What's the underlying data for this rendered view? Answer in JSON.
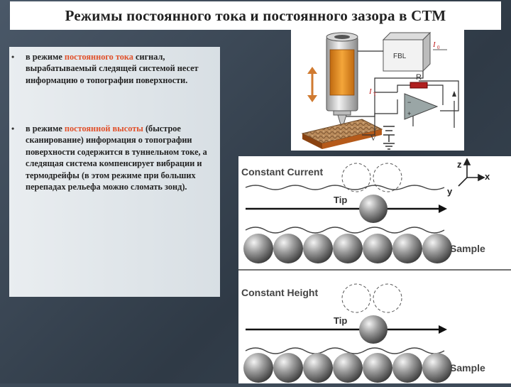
{
  "slide": {
    "title": "Режимы постоянного тока и постоянного зазора в СТМ"
  },
  "bullets": [
    {
      "prefix": "в режиме ",
      "highlight": "постоянного тока",
      "rest": " сигнал, вырабатываемый следящей системой несет информацию о топографии поверхности."
    },
    {
      "prefix": "в режиме ",
      "highlight": "постоянной высоты",
      "rest": " (быстрое сканирование) информация о топографии поверхности содержится в туннельном токе, а следящая система компенсирует вибрации и термодрейфы (в этом режиме при больших перепадах рельефа можно сломать зонд)."
    }
  ],
  "stm_diagram": {
    "fbl_label": "FBL",
    "i0_label": "I",
    "i0_sub": "0",
    "it_label": "I",
    "it_sub": "T",
    "r_label": "R",
    "v_label": "V"
  },
  "mode_diagram": {
    "top_title": "Constant Current",
    "bottom_title": "Constant Height",
    "tip_label": "Tip",
    "sample_label": "Sample",
    "axis_z": "z",
    "axis_x": "x",
    "axis_y": "y"
  },
  "colors": {
    "highlight": "#e0502a",
    "background": "#3d4a58",
    "piezo_orange": "#e89020"
  }
}
